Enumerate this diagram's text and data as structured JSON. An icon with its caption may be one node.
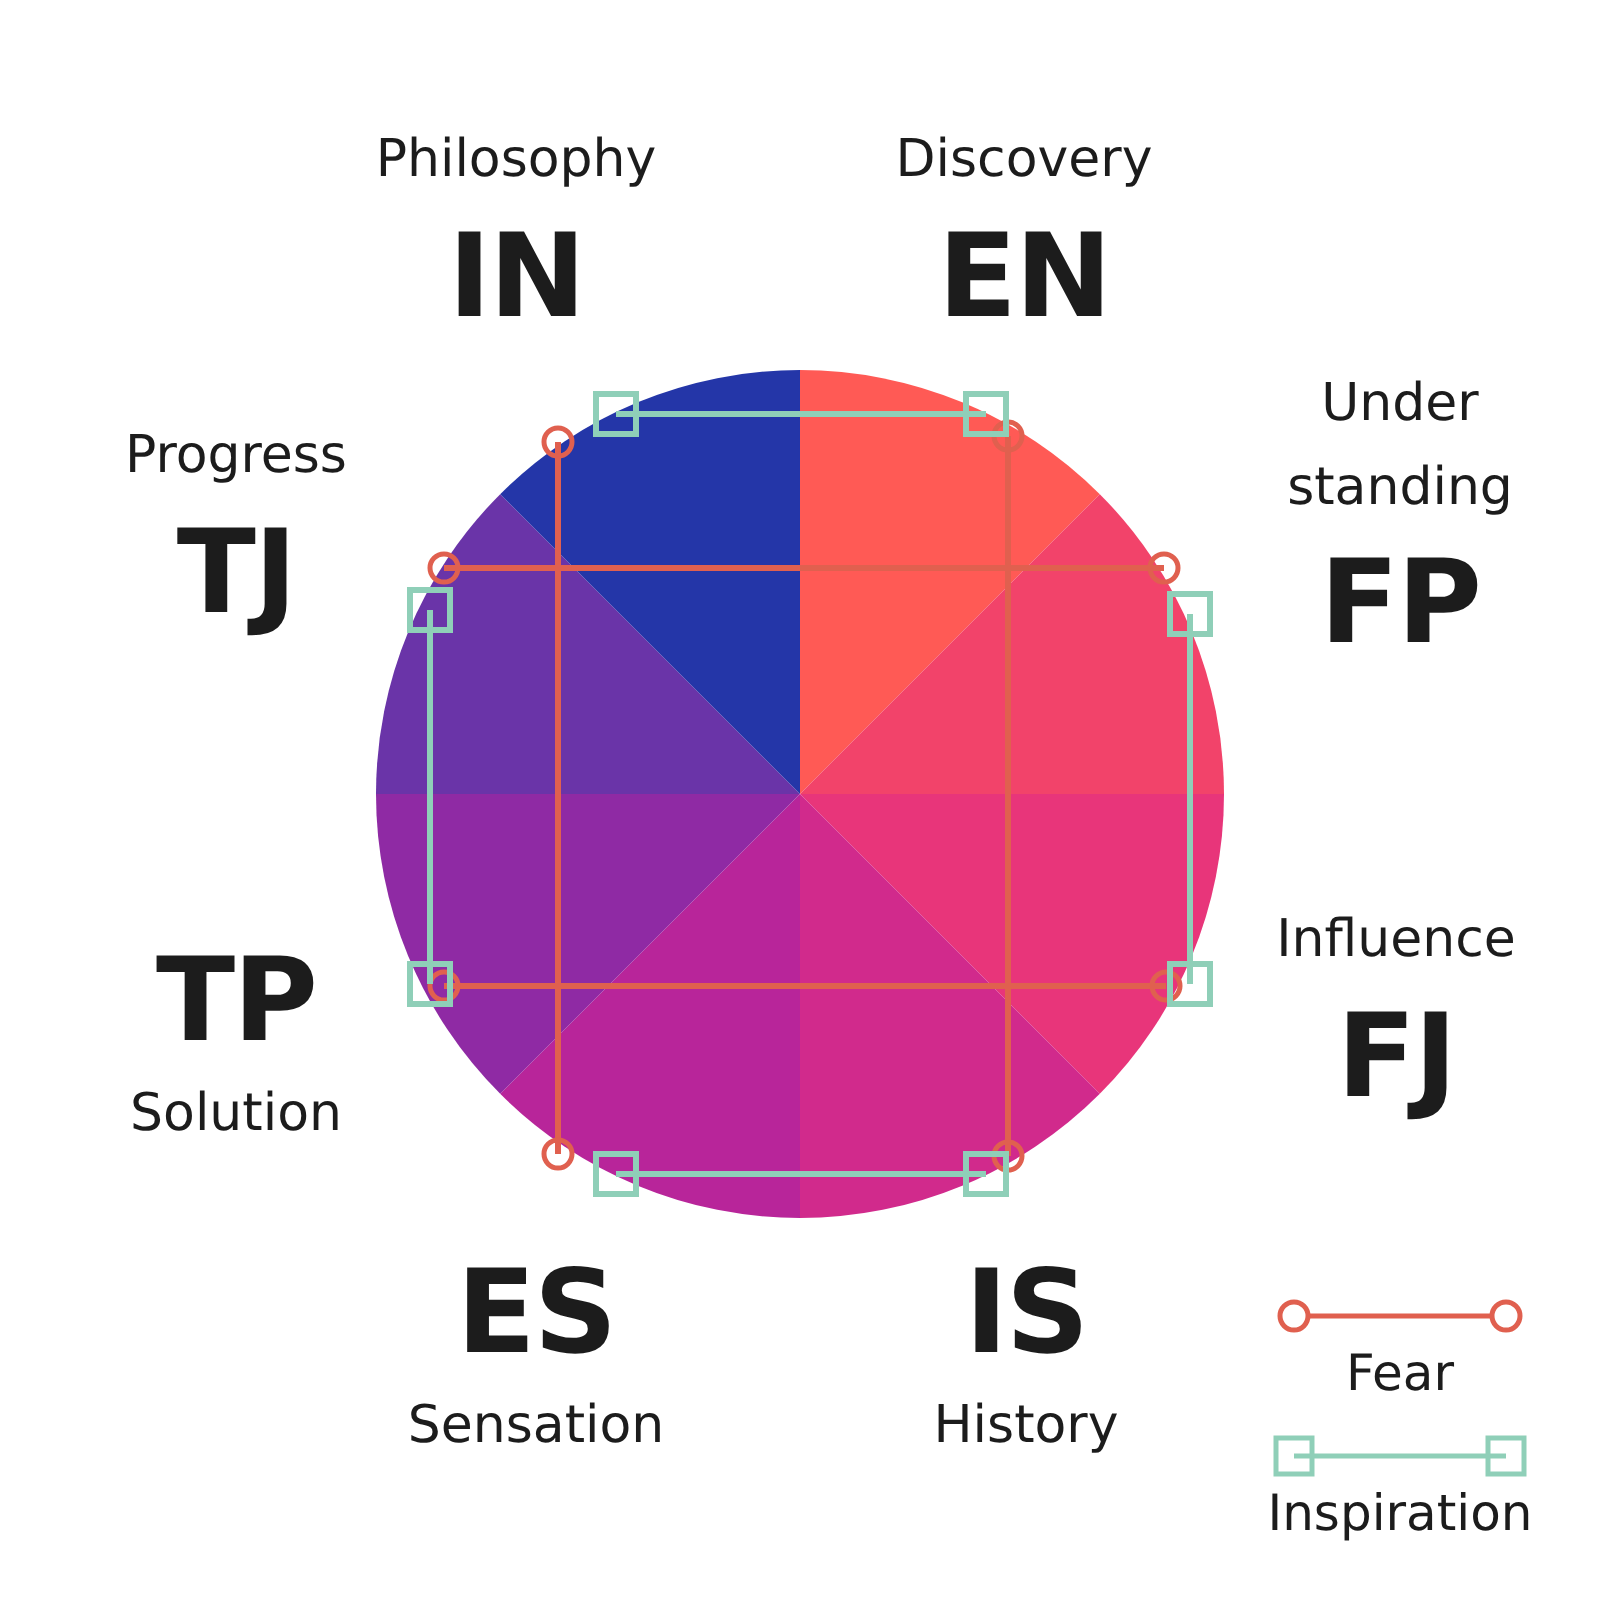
{
  "diagram": {
    "nodes": [
      {
        "text": [
          "Philosophy",
          "IN"
        ]
      },
      {
        "text": [
          "Discovery",
          "EN"
        ]
      },
      {
        "text": [
          "Progress",
          "TJ"
        ]
      },
      {
        "text": [
          "Under standing",
          "FP"
        ]
      },
      {
        "text": [
          "TP",
          "Solution"
        ]
      },
      {
        "text": [
          "Influence",
          "FJ"
        ]
      },
      {
        "text": [
          "ES",
          "Sensation"
        ]
      },
      {
        "text": [
          "IS",
          "History"
        ]
      }
    ],
    "edges": [
      {
        "from": 0,
        "to": 6,
        "arrow": "other",
        "color": "#e0604f"
      },
      {
        "from": 1,
        "to": 7,
        "arrow": "other",
        "color": "#e0604f"
      },
      {
        "from": 2,
        "to": 3,
        "arrow": "other",
        "color": "#e0604f"
      },
      {
        "from": 4,
        "to": 5,
        "arrow": "other",
        "color": "#e0604f"
      },
      {
        "from": 0,
        "to": 1,
        "arrow": "other",
        "color": "#8fcfb8"
      },
      {
        "from": 6,
        "to": 7,
        "arrow": "other",
        "color": "#8fcfb8"
      },
      {
        "from": 2,
        "to": 4,
        "arrow": "other",
        "color": "#8fcfb8"
      },
      {
        "from": 3,
        "to": 5,
        "arrow": "other",
        "color": "#8fcfb8"
      }
    ],
    "legend": [
      {
        "text": "Fear"
      },
      {
        "text": "Inspiration"
      }
    ]
  }
}
